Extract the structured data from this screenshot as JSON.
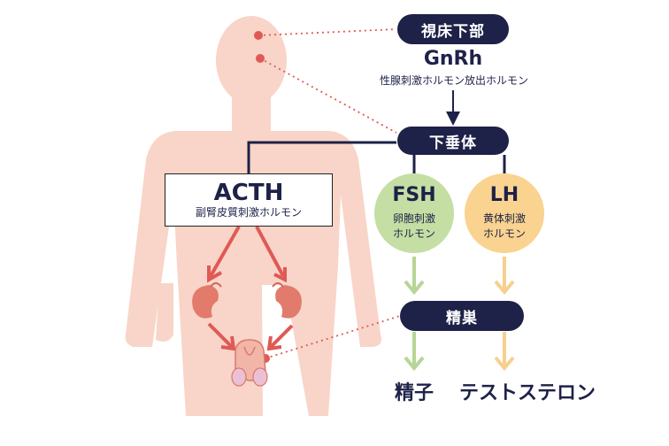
{
  "hypothalamus": {
    "label": "視床下部"
  },
  "gnrh": {
    "label": "GnRh",
    "full": "性腺刺激ホルモン放出ホルモン"
  },
  "pituitary": {
    "label": "下垂体"
  },
  "acth": {
    "label": "ACTH",
    "full": "副腎皮質刺激ホルモン"
  },
  "fsh": {
    "label": "FSH",
    "full_line1": "卵胞刺激",
    "full_line2": "ホルモン",
    "color": "#c4dea4"
  },
  "lh": {
    "label": "LH",
    "full_line1": "黄体刺激",
    "full_line2": "ホルモン",
    "color": "#f9d38f"
  },
  "testes": {
    "label": "精巣"
  },
  "outputs": {
    "sperm": "精子",
    "testosterone": "テストステロン"
  },
  "colors": {
    "navy": "#1e2148",
    "body": "#f8d5c8",
    "red": "#e05a55",
    "fsh_arrow": "#b7d596",
    "lh_arrow": "#f7d08e"
  }
}
